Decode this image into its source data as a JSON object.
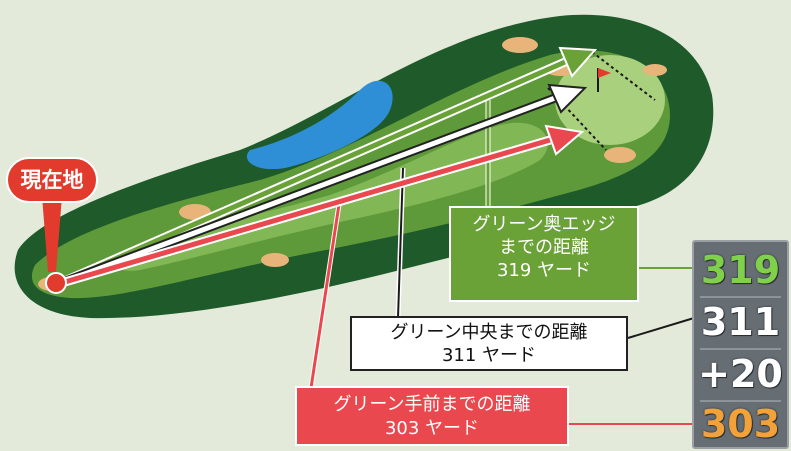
{
  "current_location_label": "現在地",
  "callouts": {
    "back": {
      "title": "グリーン奥エッジ",
      "subtitle": "までの距離",
      "distance": "319 ヤード",
      "color": "#6aa238"
    },
    "center": {
      "title": "グリーン中央までの距離",
      "distance": "311 ヤード",
      "color": "#ffffff"
    },
    "front": {
      "title": "グリーン手前までの距離",
      "distance": "303 ヤード",
      "color": "#e8484e"
    }
  },
  "scoreboard": {
    "back": {
      "value": "319",
      "color": "#7fd14a"
    },
    "center": {
      "value": "311",
      "color": "#ffffff"
    },
    "depth": {
      "value": "+20",
      "color": "#ffffff"
    },
    "front": {
      "value": "303",
      "color": "#f3a23a"
    }
  },
  "icons": [
    "location-pin-icon",
    "flag-icon"
  ]
}
